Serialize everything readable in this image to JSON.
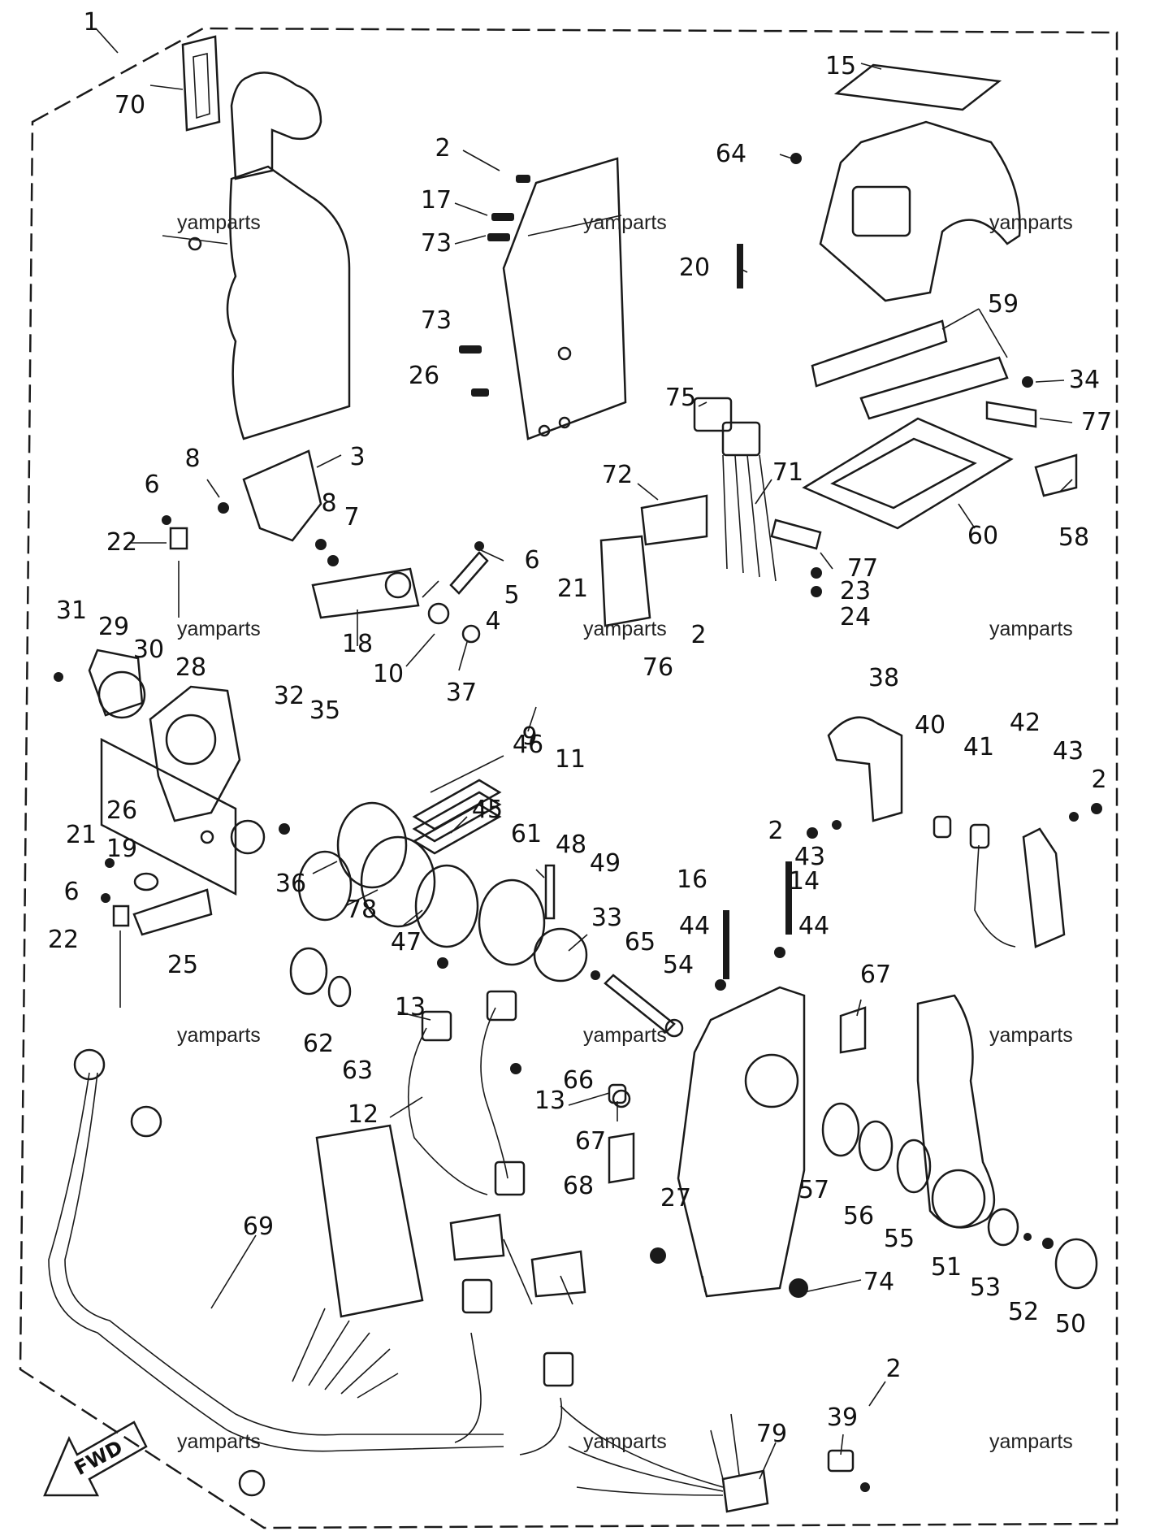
{
  "watermark": "yamparts",
  "fwd_label": "FWD",
  "callouts": {
    "c1": "1",
    "c70": "70",
    "c2a": "2",
    "c17": "17",
    "c73a": "73",
    "c73b": "73",
    "c26a": "26",
    "c15": "15",
    "c64": "64",
    "c20": "20",
    "c59": "59",
    "c34": "34",
    "c75": "75",
    "c77a": "77",
    "c72": "72",
    "c71": "71",
    "c58": "58",
    "c60": "60",
    "c77b": "77",
    "c23": "23",
    "c24": "24",
    "c8a": "8",
    "c3": "3",
    "c6a": "6",
    "c22a": "22",
    "c8b": "8",
    "c7": "7",
    "c6b": "6",
    "c5": "5",
    "c4": "4",
    "c21a": "21",
    "c2b": "2",
    "c76": "76",
    "c31": "31",
    "c29": "29",
    "c30": "30",
    "c28": "28",
    "c18": "18",
    "c10": "10",
    "c37": "37",
    "c9": "9",
    "c11": "11",
    "c32": "32",
    "c35": "35",
    "c46": "46",
    "c45": "45",
    "c26b": "26",
    "c36": "36",
    "c78": "78",
    "c61": "61",
    "c48": "48",
    "c49": "49",
    "c47": "47",
    "c21b": "21",
    "c19": "19",
    "c6c": "6",
    "c22b": "22",
    "c25": "25",
    "c38": "38",
    "c40": "40",
    "c41": "41",
    "c42": "42",
    "c43a": "43",
    "c2c": "2",
    "c2d": "2",
    "c43b": "43",
    "c16": "16",
    "c14": "14",
    "c44a": "44",
    "c44b": "44",
    "c33": "33",
    "c65": "65",
    "c54": "54",
    "c13a": "13",
    "c62": "62",
    "c63": "63",
    "c12": "12",
    "c13b": "13",
    "c66": "66",
    "c67a": "67",
    "c67b": "67",
    "c57": "57",
    "c56": "56",
    "c55": "55",
    "c51": "51",
    "c53": "53",
    "c52": "52",
    "c50": "50",
    "c27": "27",
    "c74": "74",
    "c68": "68",
    "c69": "69",
    "c39": "39",
    "c2e": "2",
    "c79": "79"
  }
}
